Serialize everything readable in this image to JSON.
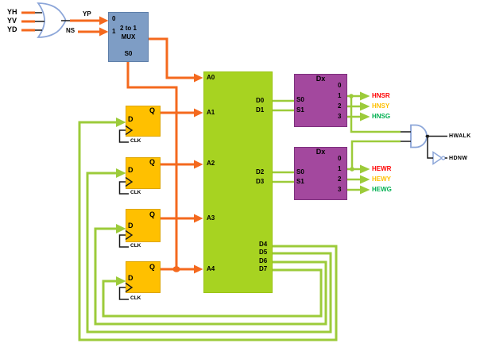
{
  "or_inputs": {
    "in1": "YH",
    "in2": "YV",
    "in3": "YD"
  },
  "nets": {
    "yp": "YP",
    "ns": "NS"
  },
  "mux": {
    "in0": "0",
    "in1": "1",
    "title_line1": "2 to 1",
    "title_line2": "MUX",
    "select": "S0"
  },
  "rom": {
    "address_pins": [
      "A0",
      "A1",
      "A2",
      "A3",
      "A4"
    ],
    "data_pins": [
      "D0",
      "D1",
      "D2",
      "D3",
      "D4",
      "D5",
      "D6",
      "D7"
    ]
  },
  "demux_ns": {
    "title": "Dx",
    "outputs": [
      "0",
      "1",
      "2",
      "3"
    ],
    "selects": [
      "S0",
      "S1"
    ]
  },
  "demux_ew": {
    "title": "Dx",
    "outputs": [
      "0",
      "1",
      "2",
      "3"
    ],
    "selects": [
      "S0",
      "S1"
    ]
  },
  "flipflop": {
    "q": "Q",
    "d": "D",
    "clk": "CLK"
  },
  "signals": {
    "hnsr": {
      "label": "HNSR",
      "color": "#ff0000"
    },
    "hnsy": {
      "label": "HNSY",
      "color": "#ffc000"
    },
    "hnsg": {
      "label": "HNSG",
      "color": "#00b050"
    },
    "hewr": {
      "label": "HEWR",
      "color": "#ff0000"
    },
    "hewy": {
      "label": "HEWY",
      "color": "#ffc000"
    },
    "hewg": {
      "label": "HEWG",
      "color": "#00b050"
    },
    "hwalk": {
      "label": "HWALK",
      "color": "#000000"
    },
    "hdnw": {
      "label": "HDNW",
      "color": "#000000"
    }
  },
  "colors": {
    "wire_orange": "#f4691e",
    "wire_green": "#9ccb3a",
    "rom_fill": "#a7d321",
    "mux_fill": "#7e9dc5",
    "flipflop_fill": "#ffc000",
    "demux_fill": "#a3489e",
    "gate_stroke": "#8ca6d9"
  }
}
